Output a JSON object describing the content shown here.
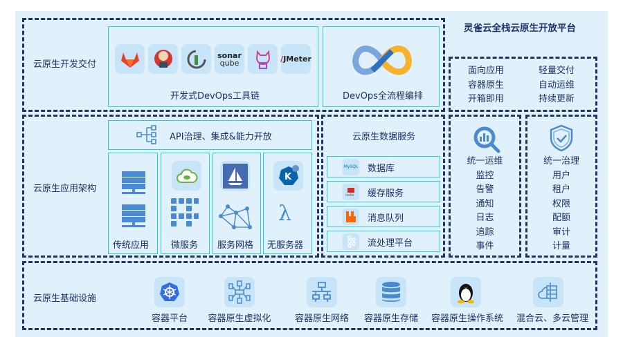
{
  "title": "灵雀云全栈云原生开放平台",
  "dev": {
    "label": "云原生开发交付",
    "toolchain": "开发式DevOps工具链",
    "orchestration": "DevOps全流程编排",
    "tools": [
      "gitlab-icon",
      "jenkins-icon",
      "argo-icon",
      "sonarqube-icon",
      "harbor-cat-icon",
      "jmeter-icon"
    ],
    "sonar_text": [
      "sonar",
      "qube"
    ],
    "jmeter_text": "JMeter"
  },
  "app": {
    "label": "云原生应用架构",
    "api": "API治理、集成&能力开放",
    "columns": [
      "传统应用",
      "微服务",
      "服务网格",
      "无服务器"
    ]
  },
  "data": {
    "title": "云原生数据服务",
    "items": [
      "数据库",
      "缓存服务",
      "消息队列",
      "流处理平台"
    ]
  },
  "features": {
    "left": [
      "面向应用",
      "容器原生",
      "开箱即用"
    ],
    "right": [
      "轻量交付",
      "自动运维",
      "持续更新"
    ]
  },
  "ops": {
    "title": "统一运维",
    "items": [
      "监控",
      "告警",
      "通知",
      "日志",
      "追踪",
      "事件"
    ]
  },
  "gov": {
    "title": "统一治理",
    "items": [
      "用户",
      "租户",
      "权限",
      "配额",
      "审计",
      "计量"
    ]
  },
  "infra": {
    "label": "云原生基础设施",
    "items": [
      "容器平台",
      "容器原生虚拟化",
      "容器原生网络",
      "容器原生存储",
      "容器原生操作系统",
      "混合云、多云管理"
    ]
  },
  "colors": {
    "background": "#e1f1fc",
    "dash": "#1f3560",
    "teal": "#2ccfcb",
    "tile": "#c7e4f9",
    "icon": "#4a8bd0",
    "text": "#1d3266"
  }
}
